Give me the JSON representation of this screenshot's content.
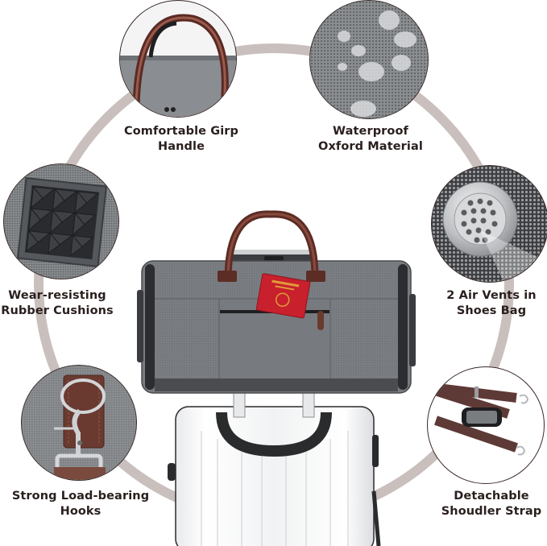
{
  "colors": {
    "ring": "#c9c0be",
    "label_text": "#2a1f1e",
    "fabric_gray": "#7a7d80",
    "leather_brown": "#6e3a30",
    "passport_red": "#c8202c",
    "circle_outline": "#3a2a28"
  },
  "features": [
    {
      "id": "grip-handle",
      "icon": "handle-icon",
      "line1": "Comfortable Girp",
      "line2": "Handle"
    },
    {
      "id": "waterproof",
      "icon": "water-droplets-icon",
      "line1": "Waterproof",
      "line2": "Oxford Material"
    },
    {
      "id": "rubber-cushions",
      "icon": "rubber-cushion-icon",
      "line1": "Wear-resisting",
      "line2": "Rubber Cushions"
    },
    {
      "id": "air-vents",
      "icon": "air-vent-icon",
      "line1": "2 Air Vents in",
      "line2": "Shoes Bag"
    },
    {
      "id": "hooks",
      "icon": "hook-icon",
      "line1": "Strong Load-bearing",
      "line2": "Hooks"
    },
    {
      "id": "shoulder-strap",
      "icon": "shoulder-strap-icon",
      "line1": "Detachable",
      "line2": "Shoudler Strap"
    }
  ],
  "center": {
    "product": "garment-duffel-bag",
    "accessory": "passport",
    "base": "white-hardshell-suitcase"
  }
}
